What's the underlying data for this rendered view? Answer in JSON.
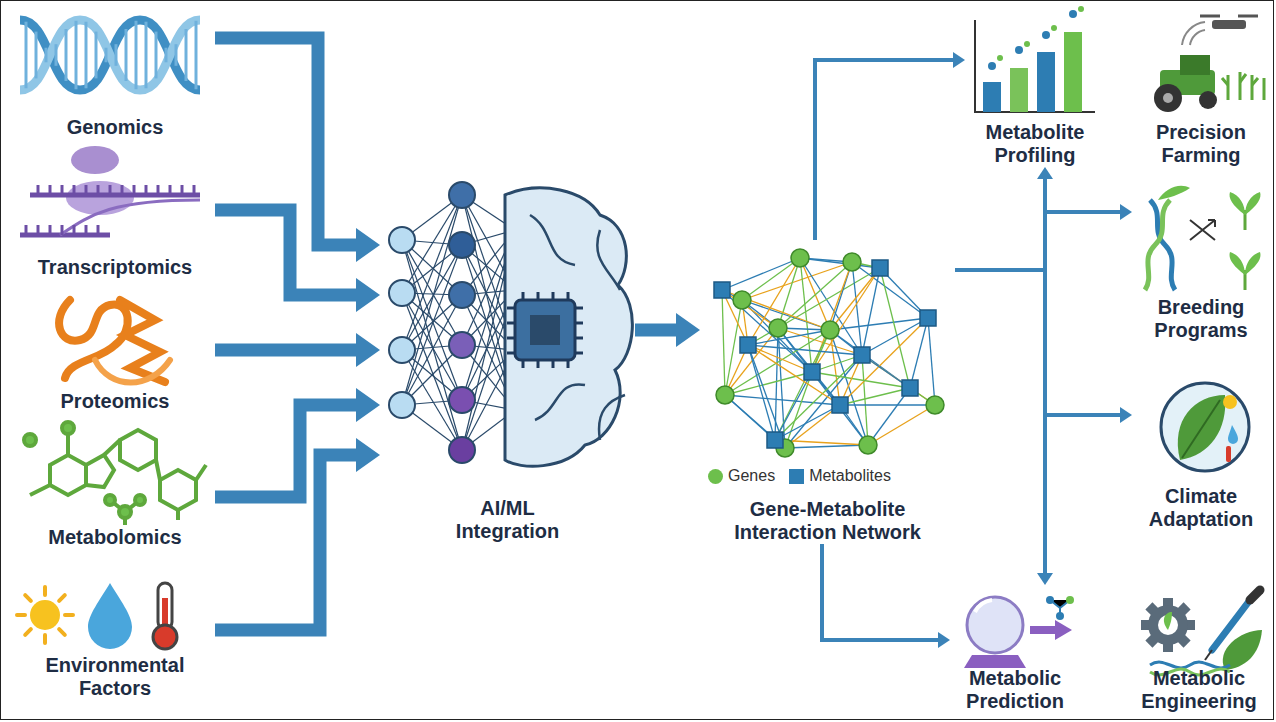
{
  "diagram": {
    "nodes": [
      {
        "text": [
          "Genomics"
        ]
      },
      {
        "text": [
          "Transcriptomics"
        ]
      },
      {
        "text": [
          "Proteomics"
        ]
      },
      {
        "text": [
          "Metabolomics"
        ]
      },
      {
        "text": [
          "Environmental Factors"
        ]
      },
      {
        "text": [
          "AI/ML Integration"
        ]
      },
      {
        "text": [
          "Gene-Metabolite Interaction Network"
        ]
      },
      {
        "text": [
          "Metabolite Profiling"
        ]
      },
      {
        "text": [
          "Precision Farming"
        ]
      },
      {
        "text": [
          "Breeding Programs"
        ]
      },
      {
        "text": [
          "Climate Adaptation"
        ]
      },
      {
        "text": [
          "Metabolic Prediction"
        ]
      },
      {
        "text": [
          "Metabolic Engineering"
        ]
      }
    ],
    "edges": [
      {
        "from": 0,
        "to": 5,
        "arrow": "to"
      },
      {
        "from": 1,
        "to": 5,
        "arrow": "to"
      },
      {
        "from": 2,
        "to": 5,
        "arrow": "to"
      },
      {
        "from": 3,
        "to": 5,
        "arrow": "to"
      },
      {
        "from": 4,
        "to": 5,
        "arrow": "to"
      },
      {
        "from": 5,
        "to": 6,
        "arrow": "to"
      },
      {
        "from": 6,
        "to": 7,
        "arrow": "to"
      },
      {
        "from": 6,
        "to": 7,
        "arrow": "to"
      },
      {
        "from": 6,
        "to": 9,
        "arrow": "to"
      },
      {
        "from": 6,
        "to": 10,
        "arrow": "to"
      },
      {
        "from": 6,
        "to": 11,
        "arrow": "to"
      },
      {
        "from": 6,
        "to": 11,
        "arrow": "to"
      }
    ],
    "legend": [
      {
        "text": "Genes",
        "color": "#6dbf4c"
      },
      {
        "text": "Metabolites",
        "color": "#2d7db3"
      }
    ]
  }
}
